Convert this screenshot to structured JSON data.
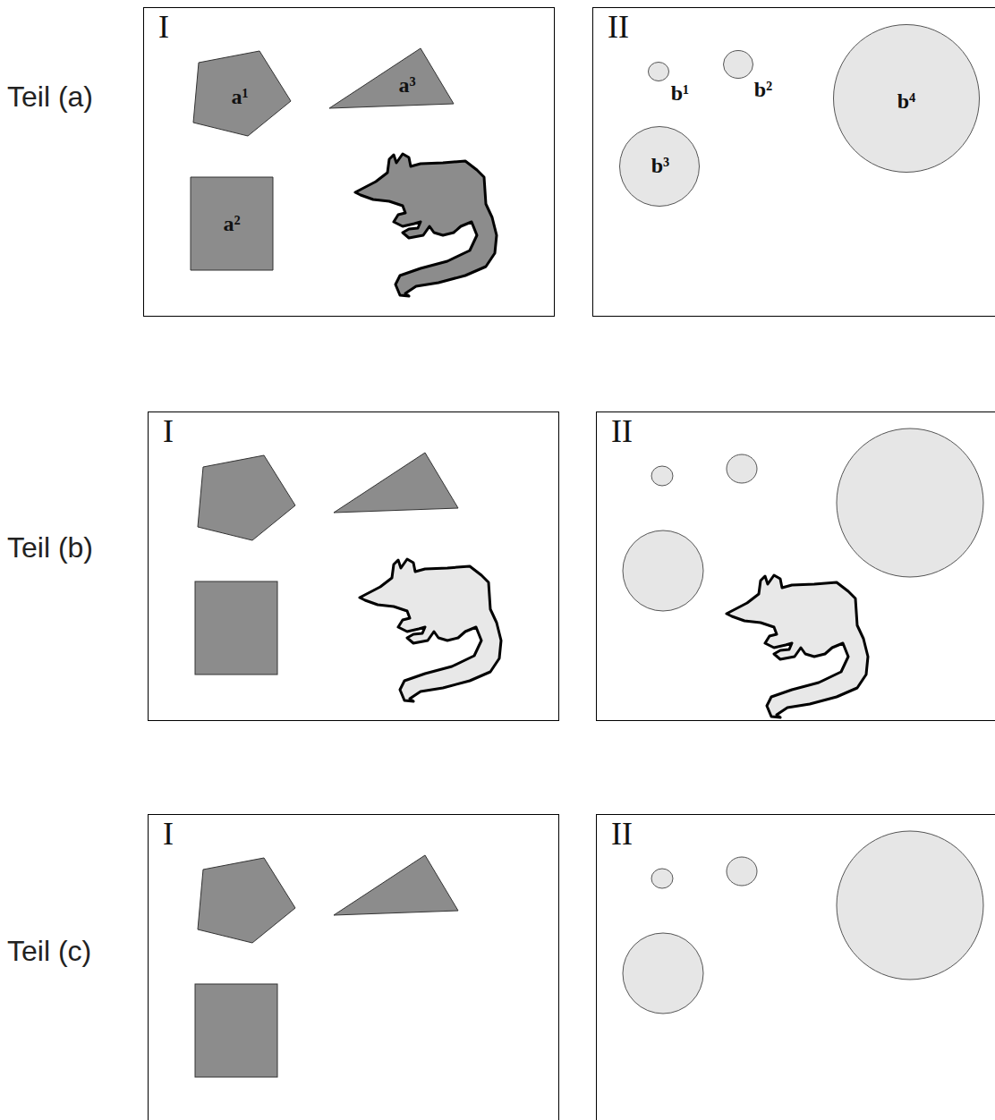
{
  "diagram": {
    "nodes": [
      {
        "text": [
          "I"
        ]
      },
      {
        "text": [
          "a¹"
        ],
        "in": 0
      },
      {
        "text": [
          "a³"
        ],
        "in": 0
      },
      {
        "text": [
          "a²"
        ],
        "in": 0
      },
      {
        "text": [
          "II"
        ]
      },
      {
        "text": [
          "b¹"
        ],
        "in": 4
      },
      {
        "text": [
          "b²"
        ],
        "in": 4
      },
      {
        "text": [
          "b⁴"
        ],
        "in": 4
      },
      {
        "text": [
          "b³"
        ],
        "in": 4
      },
      {
        "text": [
          "I"
        ]
      },
      {
        "text": [
          "II"
        ]
      },
      {
        "text": [
          "I"
        ]
      },
      {
        "text": [
          "II"
        ]
      }
    ],
    "labels": [
      "Teil (a)",
      "Teil (b)",
      "Teil (c)"
    ]
  }
}
